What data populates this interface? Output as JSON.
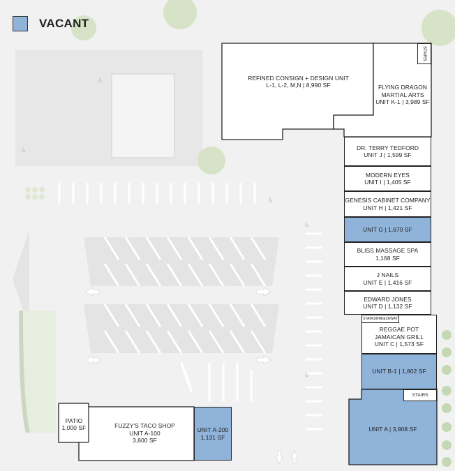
{
  "legend": {
    "label": "VACANT",
    "vacant_color": "#8fb3d9"
  },
  "units": {
    "refined": {
      "name": "REFINED CONSIGN + DESIGN UNIT",
      "detail": "L-1, L-2, M,N | 8,990 SF"
    },
    "flying_dragon": {
      "name1": "FLYING DRAGON",
      "name2": "MARTIAL ARTS",
      "detail": "UNIT K-1 | 3,989 SF"
    },
    "stairs_top": "STAIRS",
    "tedford": {
      "name": "DR. TERRY TEDFORD",
      "detail": "UNIT J | 1,599 SF"
    },
    "modern_eyes": {
      "name": "MODERN EYES",
      "detail": "UNIT I | 1,405 SF"
    },
    "genesis": {
      "name": "GENESIS CABINET COMPANY",
      "detail": "UNIT H | 1,421 SF"
    },
    "unit_g": {
      "detail": "UNIT G | 1,670 SF"
    },
    "bliss": {
      "name": "BLISS MASSAGE SPA",
      "detail": "1,168 SF"
    },
    "j_nails": {
      "name": "J NAILS",
      "detail": "UNIT E | 1,416 SF"
    },
    "edward_jones": {
      "name": "EDWARD JONES",
      "detail": "UNIT D | 1,132 SF"
    },
    "breezeway": "STAIRS/BREEZEWAY",
    "reggae": {
      "name1": "REGGAE POT",
      "name2": "JAMAICAN GRILL",
      "detail": "UNIT C | 1,573 SF"
    },
    "unit_b1": {
      "detail": "UNIT B-1 | 1,802 SF"
    },
    "stairs_bottom": "STAIRS",
    "unit_a": {
      "detail": "UNIT A | 3,908 SF"
    },
    "patio": {
      "name": "PATIO",
      "detail": "1,000 SF"
    },
    "fuzzys": {
      "name": "FUZZY'S TACO SHOP",
      "unit": "UNIT A-100",
      "detail": "3,600 SF"
    },
    "unit_a200": {
      "name": "UNIT A-200",
      "detail": "1,131 SF"
    }
  }
}
